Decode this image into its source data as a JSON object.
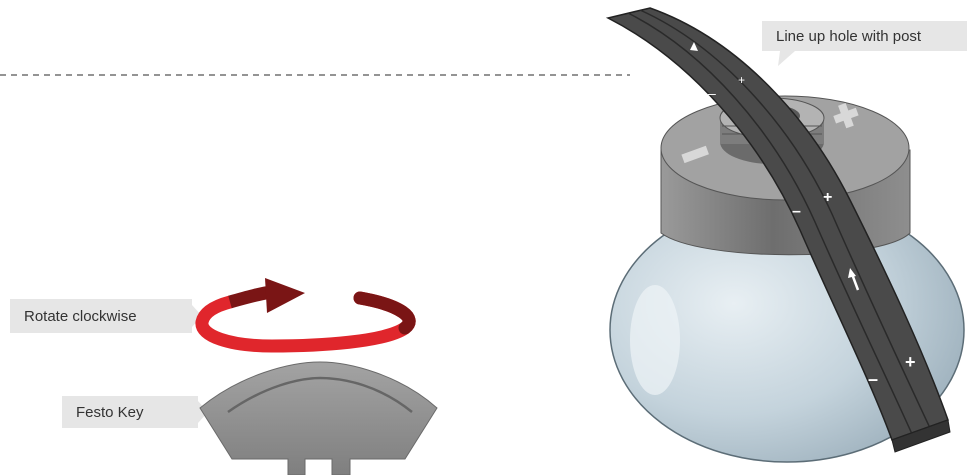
{
  "labels": {
    "line_up": "Line up hole with post",
    "rotate": "Rotate clockwise",
    "festo_key": "Festo Key"
  },
  "colors": {
    "rotation_arrow": "#e0262c",
    "rotation_arrow_dark": "#7a1515",
    "key_fill": "#8c8c8c",
    "strap": "#4a4a4a",
    "collar": "#8a8a8a",
    "bowl": "#c9d7df",
    "callout_bg": "#e6e6e6"
  },
  "icons": [
    "rotate-clockwise-arrow-icon",
    "festo-key-icon",
    "filter-bowl-icon",
    "strap-arrow-icon"
  ],
  "strap_marks": {
    "plus": "+",
    "minus": "–"
  },
  "bowl_marks": {
    "plus": "+",
    "minus": "–"
  }
}
